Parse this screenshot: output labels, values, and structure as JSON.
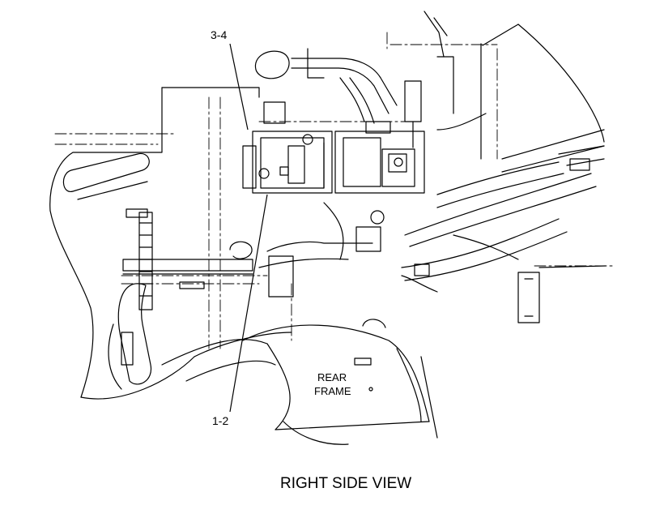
{
  "callouts": {
    "upper": "3-4",
    "lower": "1-2"
  },
  "frame_label": {
    "line1": "REAR",
    "line2": "FRAME"
  },
  "caption": "RIGHT SIDE VIEW",
  "colors": {
    "line": "#000000",
    "background": "#ffffff"
  }
}
